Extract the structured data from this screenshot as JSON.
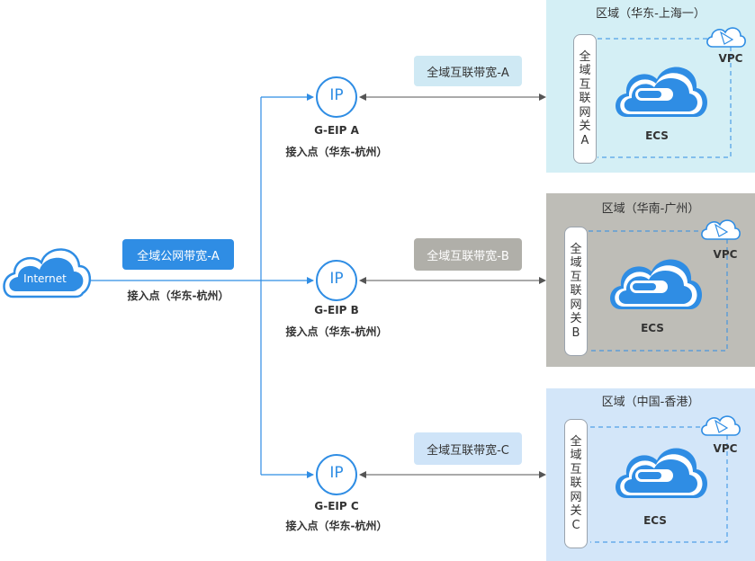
{
  "internet": {
    "label": "Internet"
  },
  "public_bandwidth": {
    "label": "全域公网带宽-A",
    "access_point": "接入点（华东-杭州）"
  },
  "eips": [
    {
      "name": "G-EIP A",
      "access_point": "接入点（华东-杭州）",
      "bandwidth": "全域互联带宽-A"
    },
    {
      "name": "G-EIP B",
      "access_point": "接入点（华东-杭州）",
      "bandwidth": "全域互联带宽-B"
    },
    {
      "name": "G-EIP C",
      "access_point": "接入点（华东-杭州）",
      "bandwidth": "全域互联带宽-C"
    }
  ],
  "regions": [
    {
      "title": "区域（华东-上海一）",
      "gateway": [
        "全",
        "域",
        "互",
        "联",
        "网",
        "关",
        "A"
      ],
      "vpc": "VPC",
      "ecs": "ECS",
      "bg": "#d4eff5"
    },
    {
      "title": "区域（华南-广州）",
      "gateway": [
        "全",
        "域",
        "互",
        "联",
        "网",
        "关",
        "B"
      ],
      "vpc": "VPC",
      "ecs": "ECS",
      "bg": "#bebdb7"
    },
    {
      "title": "区域（中国-香港）",
      "gateway": [
        "全",
        "域",
        "互",
        "联",
        "网",
        "关",
        "C"
      ],
      "vpc": "VPC",
      "ecs": "ECS",
      "bg": "#d3e6f9"
    }
  ],
  "icons": {
    "ip": "IP",
    "internet_cloud": "cloud-icon",
    "vpc": "vpc-cloud-icon",
    "ecs": "ecs-cloud-icon"
  },
  "colors": {
    "accent": "#2f8de4",
    "connector": "#2f8de4",
    "arrow": "#555555",
    "pill_light": "#cfe9f4",
    "pill_gray": "#b0afa9"
  }
}
